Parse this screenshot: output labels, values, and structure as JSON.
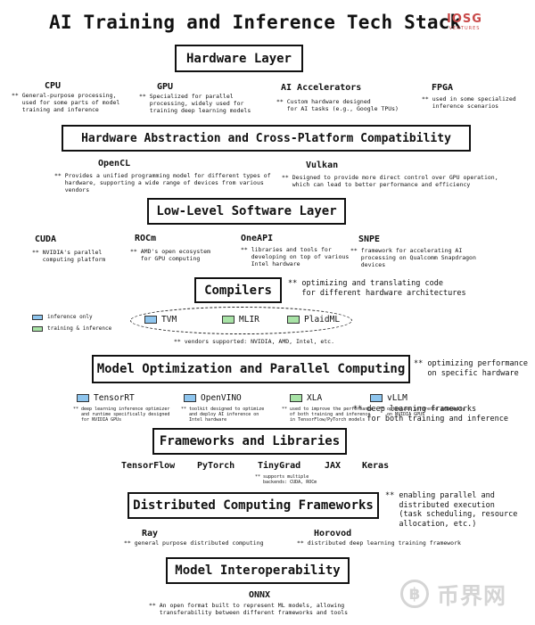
{
  "title": "AI Training and Inference Tech Stack",
  "logo": {
    "line1": "IOSG",
    "line2": "VENTURES"
  },
  "watermark": {
    "symbol": "฿",
    "text": "币界网"
  },
  "legend": {
    "inference_only": "inference only",
    "training_and_inference": "training & inference"
  },
  "colors": {
    "inference_only": "#8ec5ee",
    "training_and_inference": "#a8e3a6"
  },
  "layers": {
    "hardware": {
      "label": "Hardware Layer",
      "items": [
        {
          "name": "CPU",
          "desc": "** General-purpose processing,\n   used for some parts of model\n   training and inference"
        },
        {
          "name": "GPU",
          "desc": "** Specialized for parallel\n   processing, widely used for\n   training deep learning models"
        },
        {
          "name": "AI Accelerators",
          "desc": "** Custom hardware designed\n   for AI tasks (e.g., Google TPUs)"
        },
        {
          "name": "FPGA",
          "desc": "** used in some specialized\n   inference scenarios"
        }
      ]
    },
    "abstraction": {
      "label": "Hardware Abstraction and Cross-Platform Compatibility",
      "items": [
        {
          "name": "OpenCL",
          "desc": "** Provides a unified programming model for different types of\n   hardware, supporting a wide range of devices from various\n   vendors"
        },
        {
          "name": "Vulkan",
          "desc": "** Designed to provide more direct control over GPU operation,\n   which can lead to better performance and efficiency"
        }
      ]
    },
    "lowlevel": {
      "label": "Low-Level Software Layer",
      "items": [
        {
          "name": "CUDA",
          "desc": "** NVIDIA's parallel\n   computing platform"
        },
        {
          "name": "ROCm",
          "desc": "** AMD's open ecosystem\n   for GPU computing"
        },
        {
          "name": "OneAPI",
          "desc": "** libraries and tools for\n   developing on top of various\n   Intel hardware"
        },
        {
          "name": "SNPE",
          "desc": "** framework for accelerating AI\n   processing on Qualcomm Snapdragon\n   devices"
        }
      ]
    },
    "compilers": {
      "label": "Compilers",
      "note": "** optimizing and translating code\n   for different hardware architectures",
      "items": [
        {
          "name": "TVM",
          "kind": "inference_only"
        },
        {
          "name": "MLIR",
          "kind": "training_and_inference"
        },
        {
          "name": "PlaidML",
          "kind": "training_and_inference"
        }
      ],
      "vendors": "** vendors supported: NVIDIA, AMD, Intel, etc."
    },
    "optimization": {
      "label": "Model Optimization and Parallel Computing",
      "note": "** optimizing performance\n   on specific hardware",
      "items": [
        {
          "name": "TensorRT",
          "kind": "inference_only",
          "desc": "** deep learning inference optimizer\n   and runtime specifically designed\n   for NVIDIA GPUs"
        },
        {
          "name": "OpenVINO",
          "kind": "inference_only",
          "desc": "** toolkit designed to optimize\n   and deploy AI inference on\n   Intel hardware"
        },
        {
          "name": "XLA",
          "kind": "training_and_inference",
          "desc": "** used to improve the performance\n   of both training and inference\n   in TensorFlow/PyTorch models"
        },
        {
          "name": "vLLM",
          "kind": "inference_only",
          "desc": "** optimizes inference primarily\n   on NVIDIA GPUs"
        }
      ]
    },
    "frameworks": {
      "label": "Frameworks and Libraries",
      "note": "** deep learning frameworks\n   for both training and inference",
      "items": [
        "TensorFlow",
        "PyTorch",
        "TinyGrad",
        "JAX",
        "Keras"
      ],
      "tinygrad_desc": "** supports multiple\n   backends: CUDA, ROCm"
    },
    "distributed": {
      "label": "Distributed Computing Frameworks",
      "note": "** enabling parallel and\n   distributed execution\n   (task scheduling, resource\n   allocation, etc.)",
      "items": [
        {
          "name": "Ray",
          "desc": "** general purpose distributed computing"
        },
        {
          "name": "Horovod",
          "desc": "** distributed deep learning training framework"
        }
      ]
    },
    "interop": {
      "label": "Model Interoperability",
      "items": [
        {
          "name": "ONNX",
          "desc": "** An open format built to represent ML models, allowing\n   transferability between different frameworks and tools"
        }
      ]
    }
  }
}
